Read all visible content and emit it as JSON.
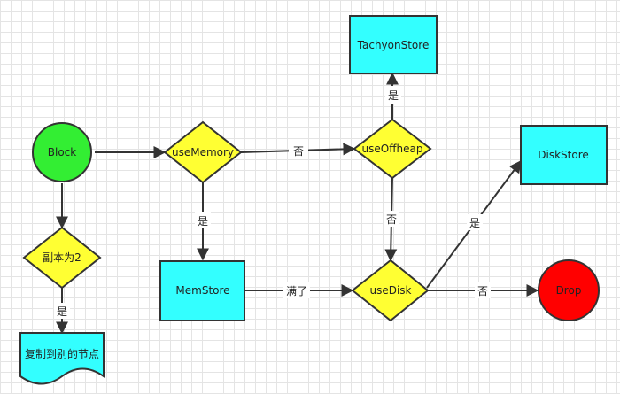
{
  "nodes": {
    "block": "Block",
    "use_memory": "useMemory",
    "use_offheap": "useOffheap",
    "tachyon_store": "TachyonStore",
    "disk_store": "DiskStore",
    "replica_two": "副本为2",
    "mem_store": "MemStore",
    "use_disk": "useDisk",
    "drop": "Drop",
    "copy_to_other": "复制到别的节点"
  },
  "edges": {
    "memory_to_offheap": "否",
    "offheap_to_tachyon": "是",
    "memory_to_memstore": "是",
    "offheap_to_disk": "否",
    "replica_to_copy": "是",
    "memstore_to_disk": "满了",
    "disk_to_diskstore": "是",
    "disk_to_drop": "否"
  },
  "colors": {
    "start": "#33ee33",
    "decision": "#ffff33",
    "store": "#33ffff",
    "drop": "#ff0000",
    "stroke": "#333333"
  }
}
